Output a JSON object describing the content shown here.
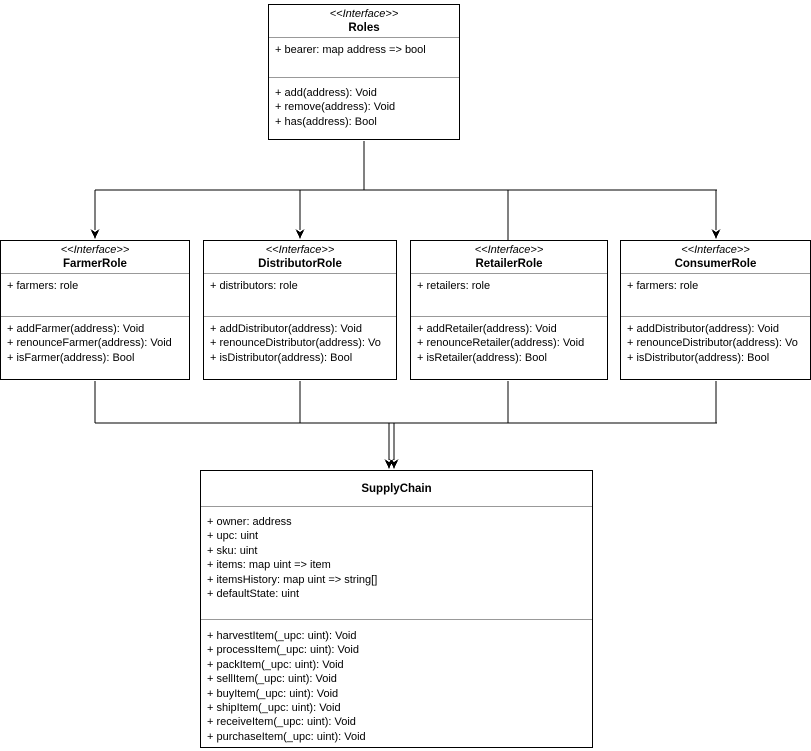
{
  "diagram": {
    "type": "uml-class-diagram",
    "colors": {
      "background": "#ffffff",
      "box_fill": "#ffffff",
      "box_border": "#000000",
      "compartment_divider": "#999999",
      "connector": "#000000",
      "text": "#000000"
    },
    "classes": {
      "roles": {
        "stereotype": "<<Interface>>",
        "name": "Roles",
        "attributes": [
          "+ bearer: map address => bool"
        ],
        "methods": [
          "+ add(address): Void",
          "+ remove(address): Void",
          "+ has(address): Bool"
        ]
      },
      "farmer_role": {
        "stereotype": "<<Interface>>",
        "name": "FarmerRole",
        "attributes": [
          "+ farmers: role"
        ],
        "methods": [
          "+ addFarmer(address): Void",
          "+ renounceFarmer(address): Void",
          "+ isFarmer(address): Bool"
        ]
      },
      "distributor_role": {
        "stereotype": "<<Interface>>",
        "name": "DistributorRole",
        "attributes": [
          "+ distributors: role"
        ],
        "methods": [
          "+ addDistributor(address): Void",
          "+ renounceDistributor(address): Vo",
          "+ isDistributor(address): Bool"
        ]
      },
      "retailer_role": {
        "stereotype": "<<Interface>>",
        "name": "RetailerRole",
        "attributes": [
          "+ retailers: role"
        ],
        "methods": [
          "+ addRetailer(address): Void",
          "+ renounceRetailer(address): Void",
          "+ isRetailer(address): Bool"
        ]
      },
      "consumer_role": {
        "stereotype": "<<Interface>>",
        "name": "ConsumerRole",
        "attributes": [
          "+ farmers: role"
        ],
        "methods": [
          "+ addDistributor(address): Void",
          "+ renounceDistributor(address): Vo",
          "+ isDistributor(address): Bool"
        ]
      },
      "supply_chain": {
        "name": "SupplyChain",
        "attributes": [
          "+ owner: address",
          "+ upc: uint",
          "+ sku: uint",
          "+ items: map uint => item",
          "+ itemsHistory: map uint => string[]",
          "+ defaultState: uint"
        ],
        "methods": [
          "+ harvestItem(_upc: uint): Void",
          "+ processItem(_upc: uint): Void",
          "+ packItem(_upc: uint): Void",
          "+ sellItem(_upc: uint): Void",
          "+ buyItem(_upc: uint): Void",
          "+ shipItem(_upc: uint): Void",
          "+ receiveItem(_upc: uint): Void",
          "+ purchaseItem(_upc: uint): Void"
        ]
      }
    },
    "relationships": [
      {
        "from": "Roles",
        "to": "FarmerRole",
        "style": "arrow"
      },
      {
        "from": "Roles",
        "to": "DistributorRole",
        "style": "arrow"
      },
      {
        "from": "Roles",
        "to": "RetailerRole",
        "style": "line"
      },
      {
        "from": "Roles",
        "to": "ConsumerRole",
        "style": "arrow"
      },
      {
        "from": "FarmerRole",
        "to": "SupplyChain",
        "style": "arrow"
      },
      {
        "from": "DistributorRole",
        "to": "SupplyChain",
        "style": "arrow"
      },
      {
        "from": "RetailerRole",
        "to": "SupplyChain",
        "style": "arrow"
      },
      {
        "from": "ConsumerRole",
        "to": "SupplyChain",
        "style": "arrow"
      }
    ]
  }
}
